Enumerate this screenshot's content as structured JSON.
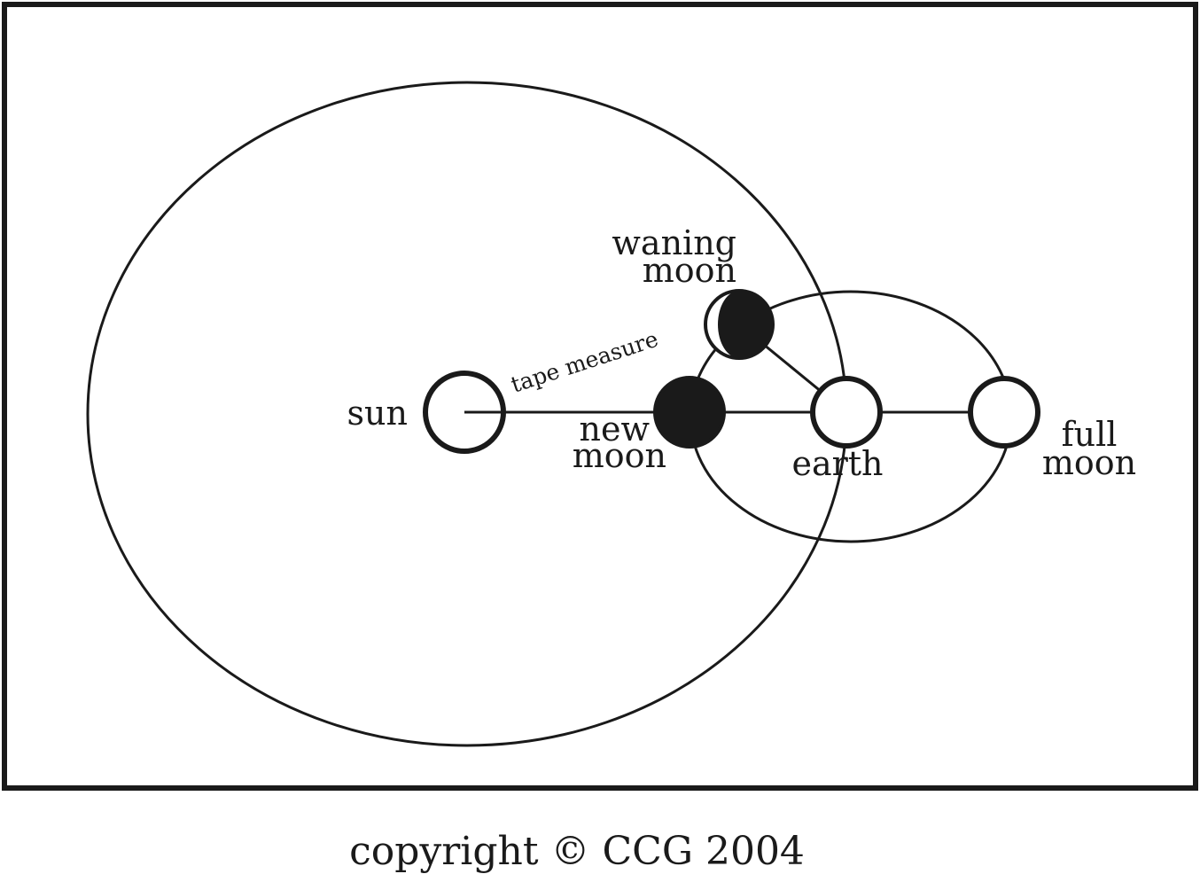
{
  "labels": {
    "waning_line1": "waning",
    "waning_line2": "moon",
    "tape_measure": "tape measure",
    "sun": "sun",
    "new_line1": "new",
    "new_line2": "moon",
    "earth": "earth",
    "full_line1": "full",
    "full_line2": "moon"
  },
  "copyright": "copyright © CCG 2004",
  "colors": {
    "ink": "#1a1a1a",
    "paper": "#ffffff"
  }
}
